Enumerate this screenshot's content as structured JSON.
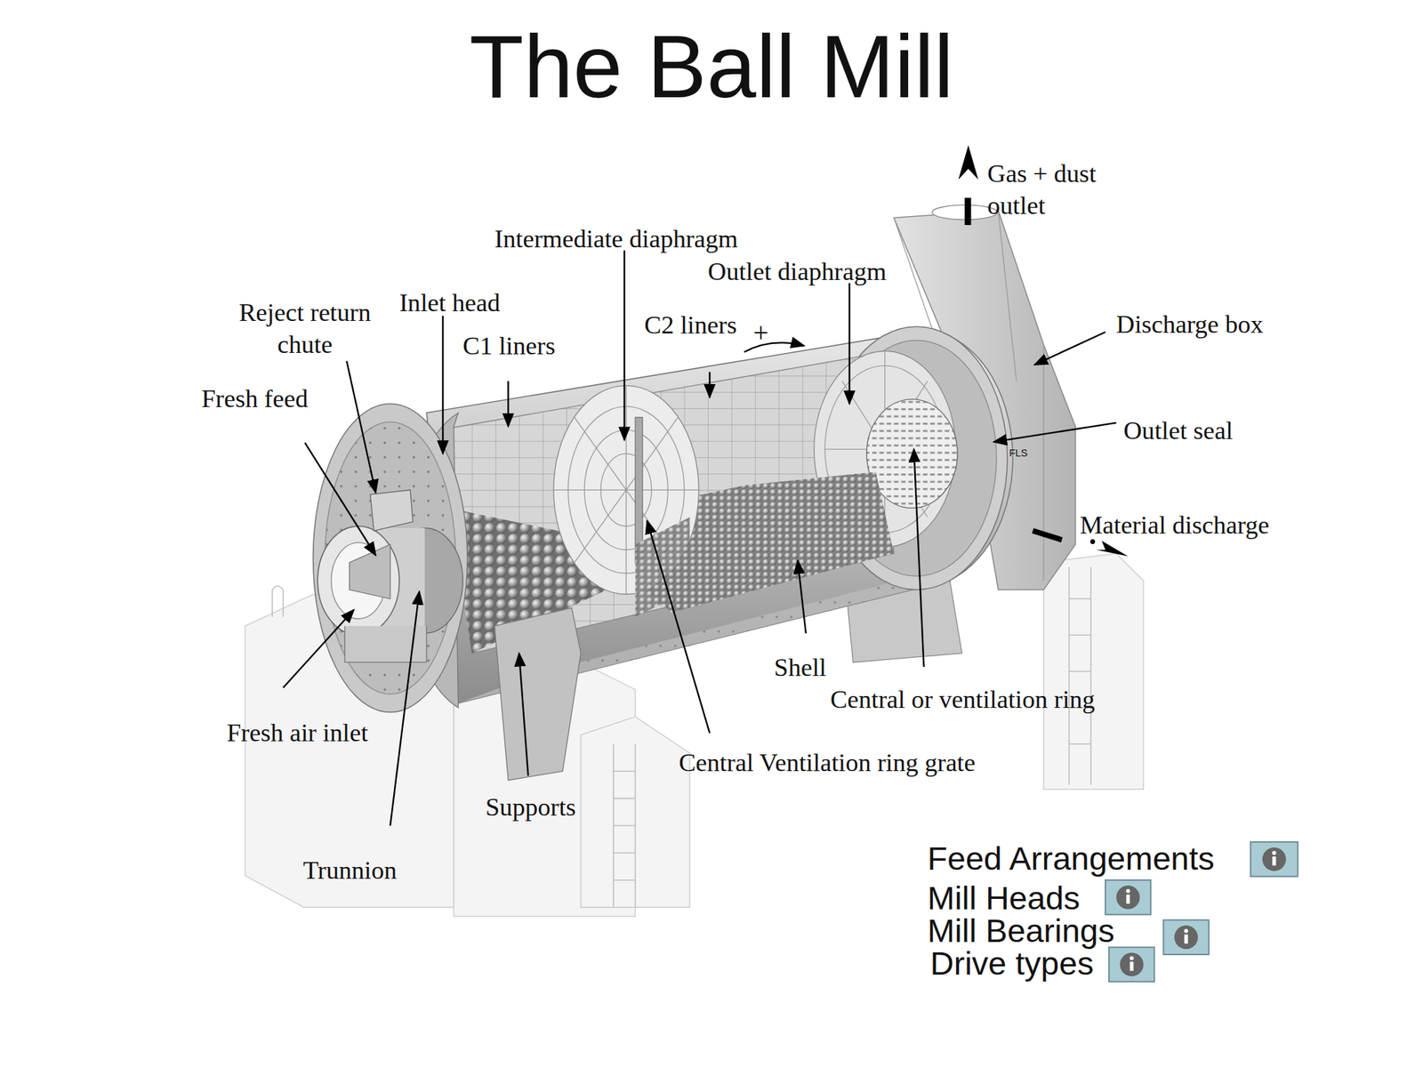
{
  "diagram": {
    "title": "The Ball Mill",
    "labels": [
      "Gas + dust outlet",
      "Intermediate diaphragm",
      "Outlet diaphragm",
      "Reject return chute",
      "Inlet head",
      "C1 liners",
      "C2 liners",
      "+",
      "Discharge box",
      "Fresh feed",
      "Outlet seal",
      "Material discharge",
      "Shell",
      "Central or ventilation ring",
      "Central Ventilation ring grate",
      "Fresh air inlet",
      "Supports",
      "Trunnion",
      "FLS",
      "Feed Arrangements",
      "Mill Heads",
      "Mill Bearings",
      "Drive types"
    ]
  }
}
